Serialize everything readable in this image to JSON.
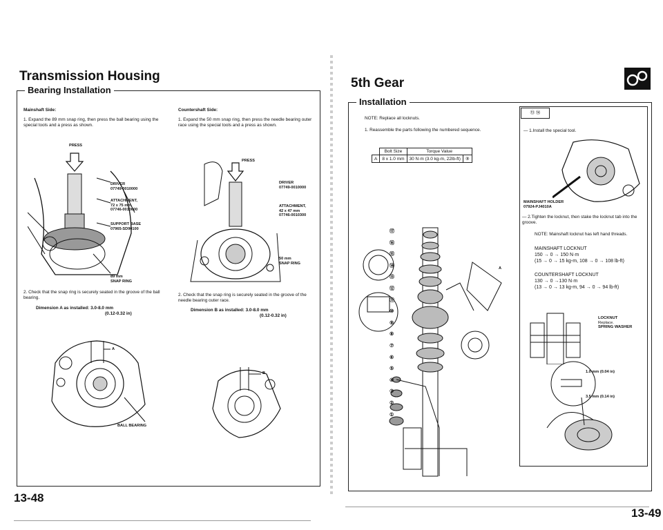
{
  "left": {
    "title": "Transmission Housing",
    "subtitle": "Bearing Installation",
    "mainshaft": {
      "heading": "Mainshaft Side:",
      "step1": "1.  Expand the 89 mm snap ring, then press the ball bearing using the special tools and a press as shown.",
      "press_label": "PRESS",
      "labels": {
        "driver": "DRIVER",
        "driver_pn": "07749-0010000",
        "attachment": "ATTACHMENT,",
        "attachment_size": "72 x 75 mm",
        "attachment_pn": "07746-0010600",
        "support": "SUPPORT BASE",
        "support_pn": "07965-SD90100",
        "snap": "89 mm",
        "snap2": "SNAP RING"
      },
      "step2": "2.  Check that the snap ring is securely seated in the groove of the ball bearing.",
      "dimension_label": "Dimension A as installed:",
      "dimension_value": "3.0-8.0 mm",
      "dimension_in": "(0.12-0.32 in)",
      "a_label": "A",
      "ball_bearing": "BALL BEARING"
    },
    "countershaft": {
      "heading": "Countershaft Side:",
      "step1": "1.  Expand the 50 mm snap ring, then press the needle bearing outer race using the special tools and a press as shown.",
      "press_label": "PRESS",
      "labels": {
        "driver": "DRIVER",
        "driver_pn": "07749-0010000",
        "attachment": "ATTACHMENT,",
        "attachment_size": "42 x 47 mm",
        "attachment_pn": "07746-0010300",
        "snap": "50 mm",
        "snap2": "SNAP RING"
      },
      "step2": "2.  Check that the snap ring is securely seated in the groove of the needle bearing outer race.",
      "dimension_label": "Dimension B as installed:",
      "dimension_value": "3.0-8.0 mm",
      "dimension_in": "(0.12-0.32 in)",
      "b_label": "B"
    },
    "page_number": "13-48"
  },
  "right": {
    "title": "5th Gear",
    "subtitle": "Installation",
    "note": "NOTE:  Replace all locknuts.",
    "step1": "1.  Reassemble the parts following the numbered sequence.",
    "table": {
      "headers": [
        "Bolt Size",
        "Torque Value"
      ],
      "row": [
        "A",
        "8 x 1.0 mm",
        "30 N·m (3.0 kg-m, 22lb-ft)",
        "⑨"
      ]
    },
    "part_numbers": [
      "⑰",
      "⑯",
      "⑮",
      "⑭",
      "⑬",
      "⑫",
      "⑪",
      "⑩",
      "⑨",
      "⑧",
      "⑦",
      "⑥",
      "⑤",
      "④",
      "③",
      "②",
      "①"
    ],
    "a_label": "A",
    "panel": {
      "circles": "⑬  ⑭",
      "step_install": "— 1.Install the special tool.",
      "holder": "MAINSHAFT HOLDER",
      "holder_pn": "07924-PJ4010A",
      "step_tighten": "— 2.Tighten the locknut, then stake the locknut tab into the groove.",
      "note": "NOTE:  Mainshaft locknut has left hand threads.",
      "mainshaft_title": "MAINSHAFT LOCKNUT",
      "mainshaft_1": "150 → 0 → 150 N·m",
      "mainshaft_2": "(15 → 0 → 15 kg-m, 108 → 0 → 108 lb-ft)",
      "countershaft_title": "COUNTERSHAFT LOCKNUT",
      "countershaft_1": "130 → 0 →130 N·m",
      "countershaft_2": "(13 → 0 → 13 kg-m, 94 → 0 → 94 lb-ft)",
      "locknut": "LOCKNUT",
      "replace": "Replace.",
      "spring_washer": "SPRING WASHER",
      "dim1": "1.0 mm (0.04 in)",
      "dim2": "3.5 mm (0.14 in)"
    },
    "page_number": "13-49"
  }
}
